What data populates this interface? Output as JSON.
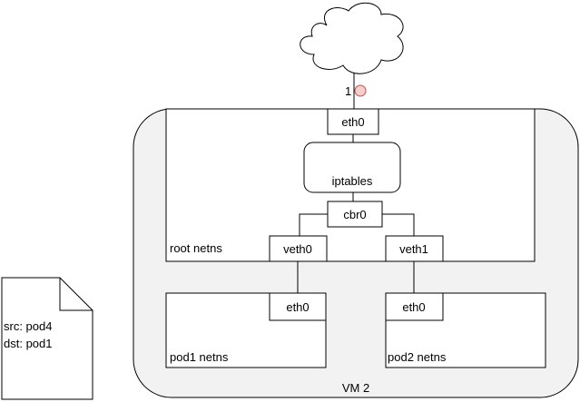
{
  "diagram": {
    "vm_label": "VM 2",
    "root_netns_label": "root netns",
    "root_eth0_label": "eth0",
    "iptables_label": "iptables",
    "cbr0_label": "cbr0",
    "veth0_label": "veth0",
    "veth1_label": "veth1",
    "pod1": {
      "netns_label": "pod1 netns",
      "eth0_label": "eth0"
    },
    "pod2": {
      "netns_label": "pod2 netns",
      "eth0_label": "eth0"
    },
    "packet_marker_label": "1",
    "packet": {
      "src": "src: pod4",
      "dst": "dst: pod1"
    },
    "colors": {
      "vm_fill": "#f2f2f2",
      "packet_marker_fill": "#f8cecc",
      "packet_marker_stroke": "#b85450"
    }
  }
}
